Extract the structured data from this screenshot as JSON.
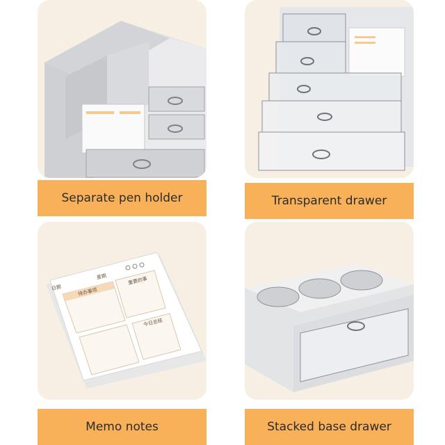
{
  "captions": {
    "pen_holder": "Separate pen holder",
    "transparent_drawer": "Transparent drawer",
    "memo_notes": "Memo notes",
    "stacked_base_drawer": "Stacked base drawer"
  },
  "memo": {
    "date": "日期",
    "week": "星期",
    "todo": "待办事项",
    "important": "重要的事",
    "summary": "今日总结"
  },
  "colors": {
    "panel_bg": "#faf1e3",
    "caption_bg": "#f8b158",
    "memo_accent": "#f5d9b8"
  }
}
